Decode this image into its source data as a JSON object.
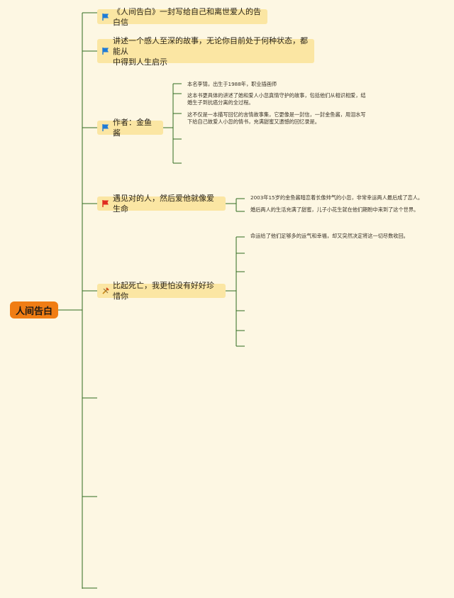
{
  "root": {
    "label": "人间告白"
  },
  "branches": [
    {
      "label": "《人间告白》一封写给自己和离世爱人的告白信",
      "icon": "blue-flag-icon"
    },
    {
      "label": "讲述一个感人至深的故事，无论你目前处于何种状态，都能从\n中得到人生启示",
      "icon": "blue-flag-icon"
    },
    {
      "label": "作者：金鱼酱",
      "icon": "blue-flag-icon"
    },
    {
      "label": "遇见对的人，然后爱他就像爱生命",
      "icon": "red-flag-icon"
    },
    {
      "label": "比起死亡，我更怕没有好好珍惜你",
      "icon": "tools-icon"
    }
  ],
  "author_leaves": [
    "本名李锦，出生于1988年，职业插画师",
    "这本书更具体的讲述了她和爱人小忽真情守护的故事，包括他们从相识相爱，结\n婚生子到抗癌分离的全过程。",
    "这不仅是一本描写回忆的言情故事集，它更像是一封信，一封金鱼酱，用泪水写\n下给自己故爱人小忽的情书，充满甜蜜又遗憾的回忆录是。"
  ],
  "meet_leaves": [
    "2003年15岁的金鱼酱暗恋着长像帅气的小忽，非常幸运两人最后成了恋人。",
    "婚后两人的生活充满了甜蜜，儿子小花生就在他们期盼中来到了这个世界。"
  ],
  "death_leaves": [
    "命运给了他们足够多的运气和幸福，却又突然决定将这一切尽数收回。"
  ],
  "colors": {
    "line": "#2f6b1f",
    "root": "#f07d14",
    "branch": "#fbe6a3",
    "blue_flag": "#1f7bd6",
    "red_flag": "#e02c20"
  }
}
